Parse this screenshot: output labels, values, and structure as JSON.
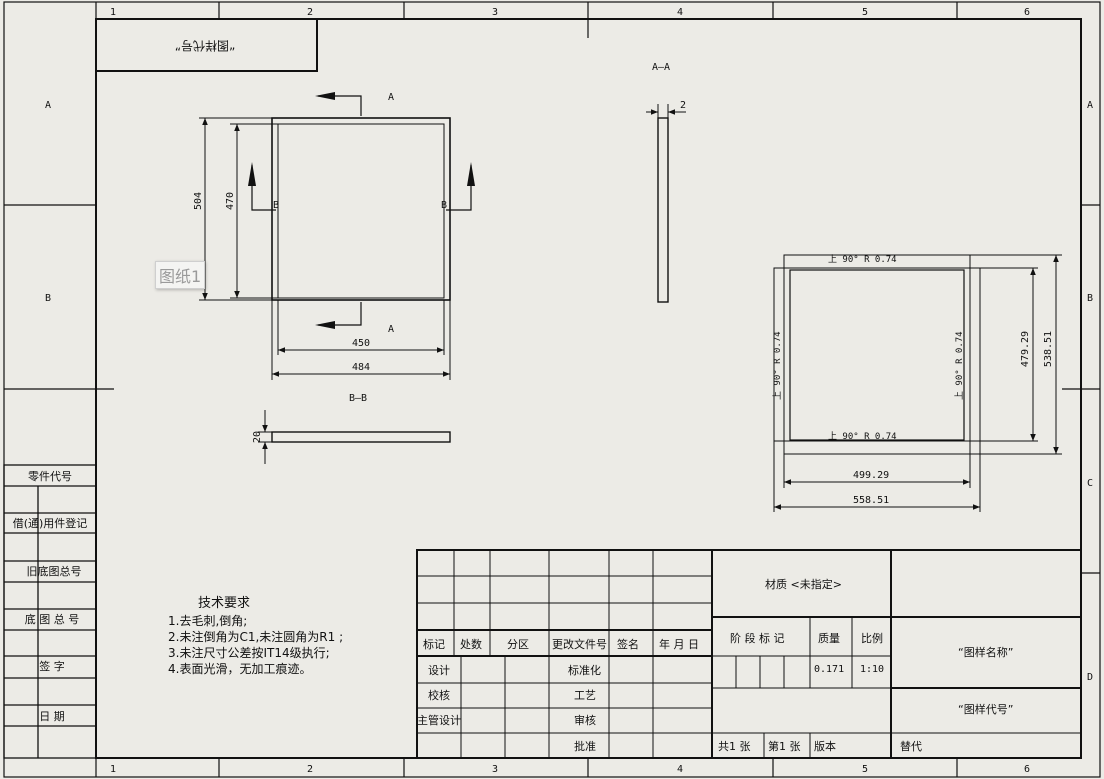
{
  "border": {
    "col_numbers": [
      "1",
      "2",
      "3",
      "4",
      "5",
      "6"
    ],
    "row_letters": [
      "A",
      "B",
      "C",
      "D"
    ]
  },
  "top_left_box": {
    "label": "“图样代号”"
  },
  "views": {
    "front": {
      "section_mark": "A",
      "section_mark_bottom": "A",
      "section_b_left": "B",
      "section_b_right": "B",
      "dim_width_inner": "450",
      "dim_width_outer": "484",
      "dim_height_outer": "504",
      "dim_height_inner": "470"
    },
    "section_aa": {
      "title": "A—A",
      "dim_thickness": "2"
    },
    "section_bb": {
      "title": "B—B",
      "dim_height": "20"
    },
    "right_view": {
      "dim_width_inner": "499.29",
      "dim_width_outer": "558.51",
      "dim_height_inner": "479.29",
      "dim_height_outer": "538.51",
      "bend_top": "上 90° R 0.74",
      "bend_bottom": "上 90° R 0.74",
      "bend_left": "上 90° R 0.74",
      "bend_right": "上 90° R 0.74"
    }
  },
  "sheet_tab": {
    "label": "图纸1"
  },
  "left_column": {
    "labels": [
      "零件代号",
      "借(通)用件登记",
      "旧底图总号",
      "底 图 总 号",
      "签    字",
      "日    期"
    ]
  },
  "tech_requirements": {
    "title": "技术要求",
    "items": [
      "1.去毛刺,倒角;",
      "2.未注倒角为C1,未注圆角为R1 ;",
      "3.未注尺寸公差按IT14级执行;",
      "4.表面光滑，无加工痕迹。"
    ]
  },
  "title_block": {
    "material": "材质 <未指定>",
    "part_name": "“图样名称”",
    "part_code": "“图样代号”",
    "headers": [
      "标记",
      "处数",
      "分区",
      "更改文件号",
      "签名",
      "年 月 日"
    ],
    "stage_label": "阶 段 标 记",
    "mass_label": "质量",
    "scale_label": "比例",
    "mass_value": "0.171",
    "scale_value": "1:10",
    "rows_left": [
      "设计",
      "校核",
      "主管设计"
    ],
    "rows_mid": [
      "标准化",
      "工艺",
      "审核",
      "批准"
    ],
    "sheets_total": "共1 张",
    "sheet_no": "第1 张",
    "version_label": "版本",
    "replace_label": "替代"
  }
}
